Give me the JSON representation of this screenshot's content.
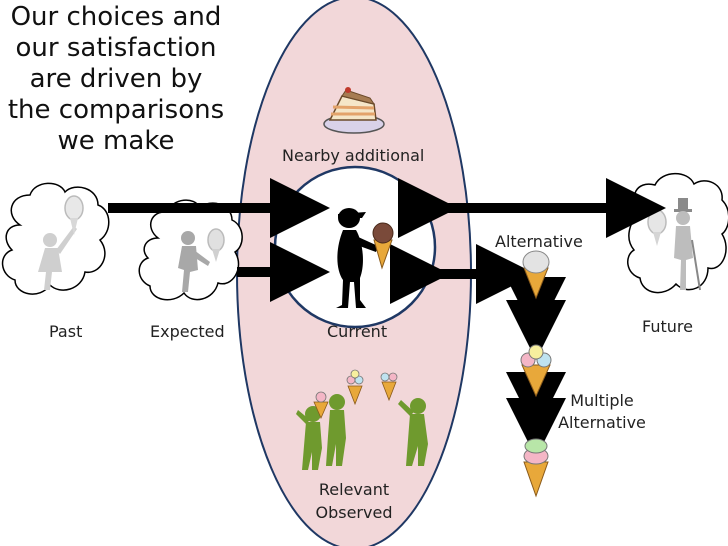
{
  "title_lines": [
    "Our choices and",
    "our satisfaction",
    "are driven by",
    "the comparisons",
    "we make"
  ],
  "labels": {
    "nearby_additional": "Nearby additional",
    "current": "Current",
    "past": "Past",
    "expected": "Expected",
    "alternative": "Alternative",
    "future": "Future",
    "multiple_alternative_1": "Multiple",
    "multiple_alternative_2": "Alternative",
    "relevant_observed_1": "Relevant",
    "relevant_observed_2": "Observed"
  },
  "colors": {
    "oval_fill": "#f2d7d9",
    "figure_black": "#000000",
    "figure_gray": "#a0a0a0",
    "figure_green": "#6f9a2e",
    "cone": "#e8a83a",
    "chocolate": "#7a4a3a"
  },
  "icons": [
    "cake-icon",
    "ice-cream-icon",
    "person-icon",
    "thought-cloud-icon",
    "double-arrow-icon"
  ]
}
